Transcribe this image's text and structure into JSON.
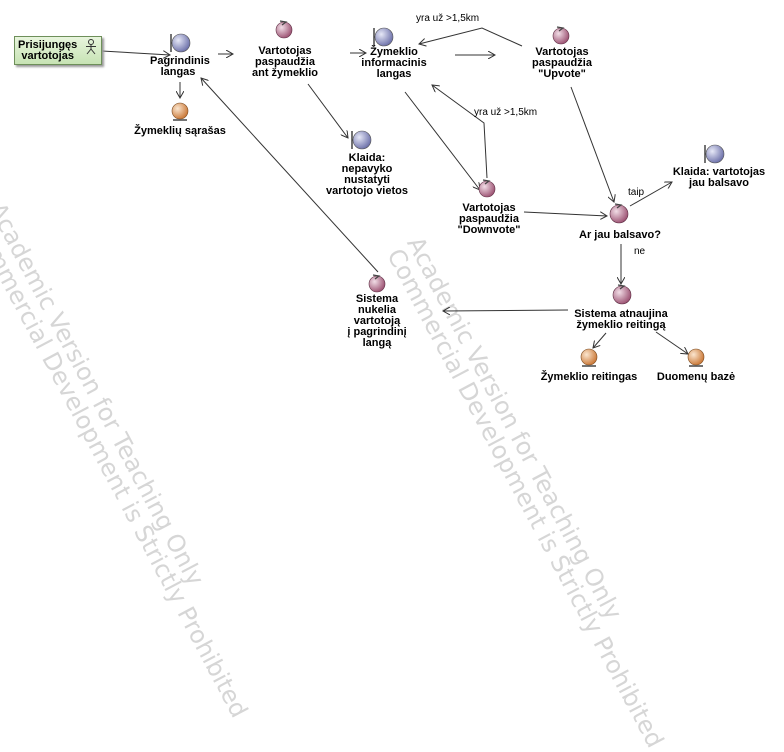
{
  "watermark": {
    "line1": "Academic Version for Teaching Only",
    "line2": "Commercial Development is Strictly Prohibited"
  },
  "colors": {
    "boundary": "#7b7fb6",
    "control": "#a8607f",
    "entity": "#d38a4a",
    "actor_fill": "#d9efca"
  },
  "actor": {
    "label": "Prisijungęs\nvartotojas",
    "icon": "stick-figure-icon"
  },
  "nodes": [
    {
      "id": "pagrindinis",
      "kind": "boundary",
      "label": "Pagrindinis\nlangas"
    },
    {
      "id": "zymekliu-sarasas",
      "kind": "entity",
      "label": "Žymeklių sąrašas"
    },
    {
      "id": "paspaudzia-zymekli",
      "kind": "control",
      "label": "Vartotojas\npaspaudžia\nant žymeklio"
    },
    {
      "id": "klaida-vieta",
      "kind": "boundary",
      "label": "Klaida:\nnepavyko\nnustatyti\nvartotojo vietos"
    },
    {
      "id": "info-langas",
      "kind": "boundary",
      "label": "Žymeklio\ninformacinis\nlangas"
    },
    {
      "id": "upvote",
      "kind": "control",
      "label": "Vartotojas\npaspaudžia\n\"Upvote\""
    },
    {
      "id": "downvote",
      "kind": "control",
      "label": "Vartotojas\npaspaudžia\n\"Downvote\""
    },
    {
      "id": "ar-balsavo",
      "kind": "control",
      "label": "Ar jau balsavo?"
    },
    {
      "id": "klaida-balsavo",
      "kind": "boundary",
      "label": "Klaida: vartotojas\njau balsavo"
    },
    {
      "id": "atnaujina",
      "kind": "control",
      "label": "Sistema atnaujina\nžymeklio reitingą"
    },
    {
      "id": "nukelia",
      "kind": "control",
      "label": "Sistema\nnukelia\nvartotoją\nį pagrindinį\nlangą"
    },
    {
      "id": "reitingas",
      "kind": "entity",
      "label": "Žymeklio reitingas"
    },
    {
      "id": "duomenu-baze",
      "kind": "entity",
      "label": "Duomenų bazė"
    }
  ],
  "edge_labels": {
    "yra_uz_top": "yra už >1,5km",
    "yra_uz_mid": "yra už >1,5km",
    "taip": "taip",
    "ne": "ne"
  }
}
